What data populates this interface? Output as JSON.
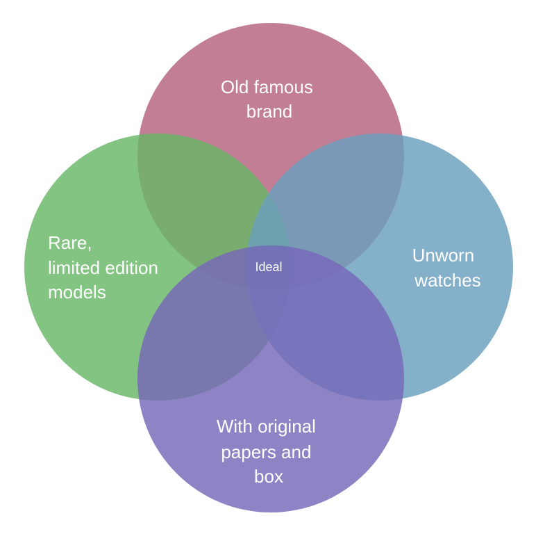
{
  "diagram": {
    "circles": [
      {
        "id": "top",
        "lines": [
          "Old famous",
          "brand"
        ],
        "color": "#b3617c"
      },
      {
        "id": "left",
        "lines": [
          "Rare,",
          "limited edition",
          "models"
        ],
        "color": "#69b767"
      },
      {
        "id": "right",
        "lines": [
          "Unworn",
          "watches"
        ],
        "color": "#6a9fbe"
      },
      {
        "id": "bottom",
        "lines": [
          "With original",
          "papers and",
          "box"
        ],
        "color": "#7568b8"
      }
    ],
    "center_label": "Ideal"
  }
}
